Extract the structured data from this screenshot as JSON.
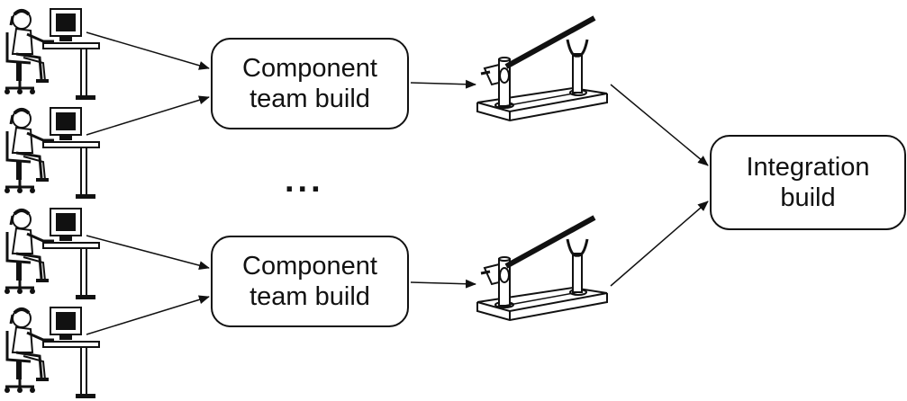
{
  "nodes": {
    "component_top": {
      "line1": "Component",
      "line2": "team build"
    },
    "component_bottom": {
      "line1": "Component",
      "line2": "team build"
    },
    "integration": {
      "line1": "Integration",
      "line2": "build"
    }
  },
  "ellipsis": "...",
  "icons": {
    "developer": "developer-at-workstation-icon",
    "gate": "build-gate-icon"
  }
}
